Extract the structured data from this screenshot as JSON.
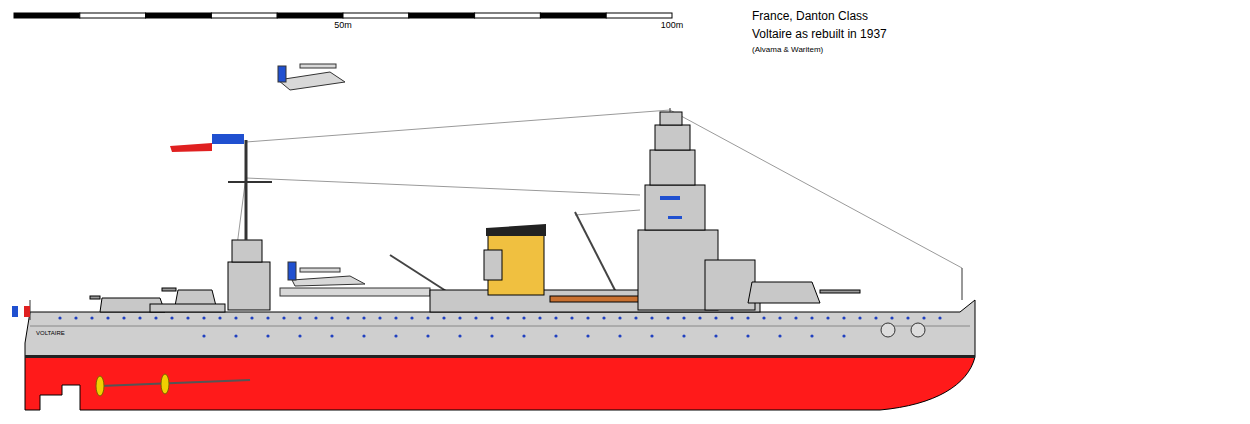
{
  "diagram": {
    "title": "France, Danton Class",
    "labels": [
      "Voltaire as rebuilt in 1937",
      "(Alvama & Waritem)",
      "50m",
      "100m",
      "VOLTAIRE"
    ]
  }
}
